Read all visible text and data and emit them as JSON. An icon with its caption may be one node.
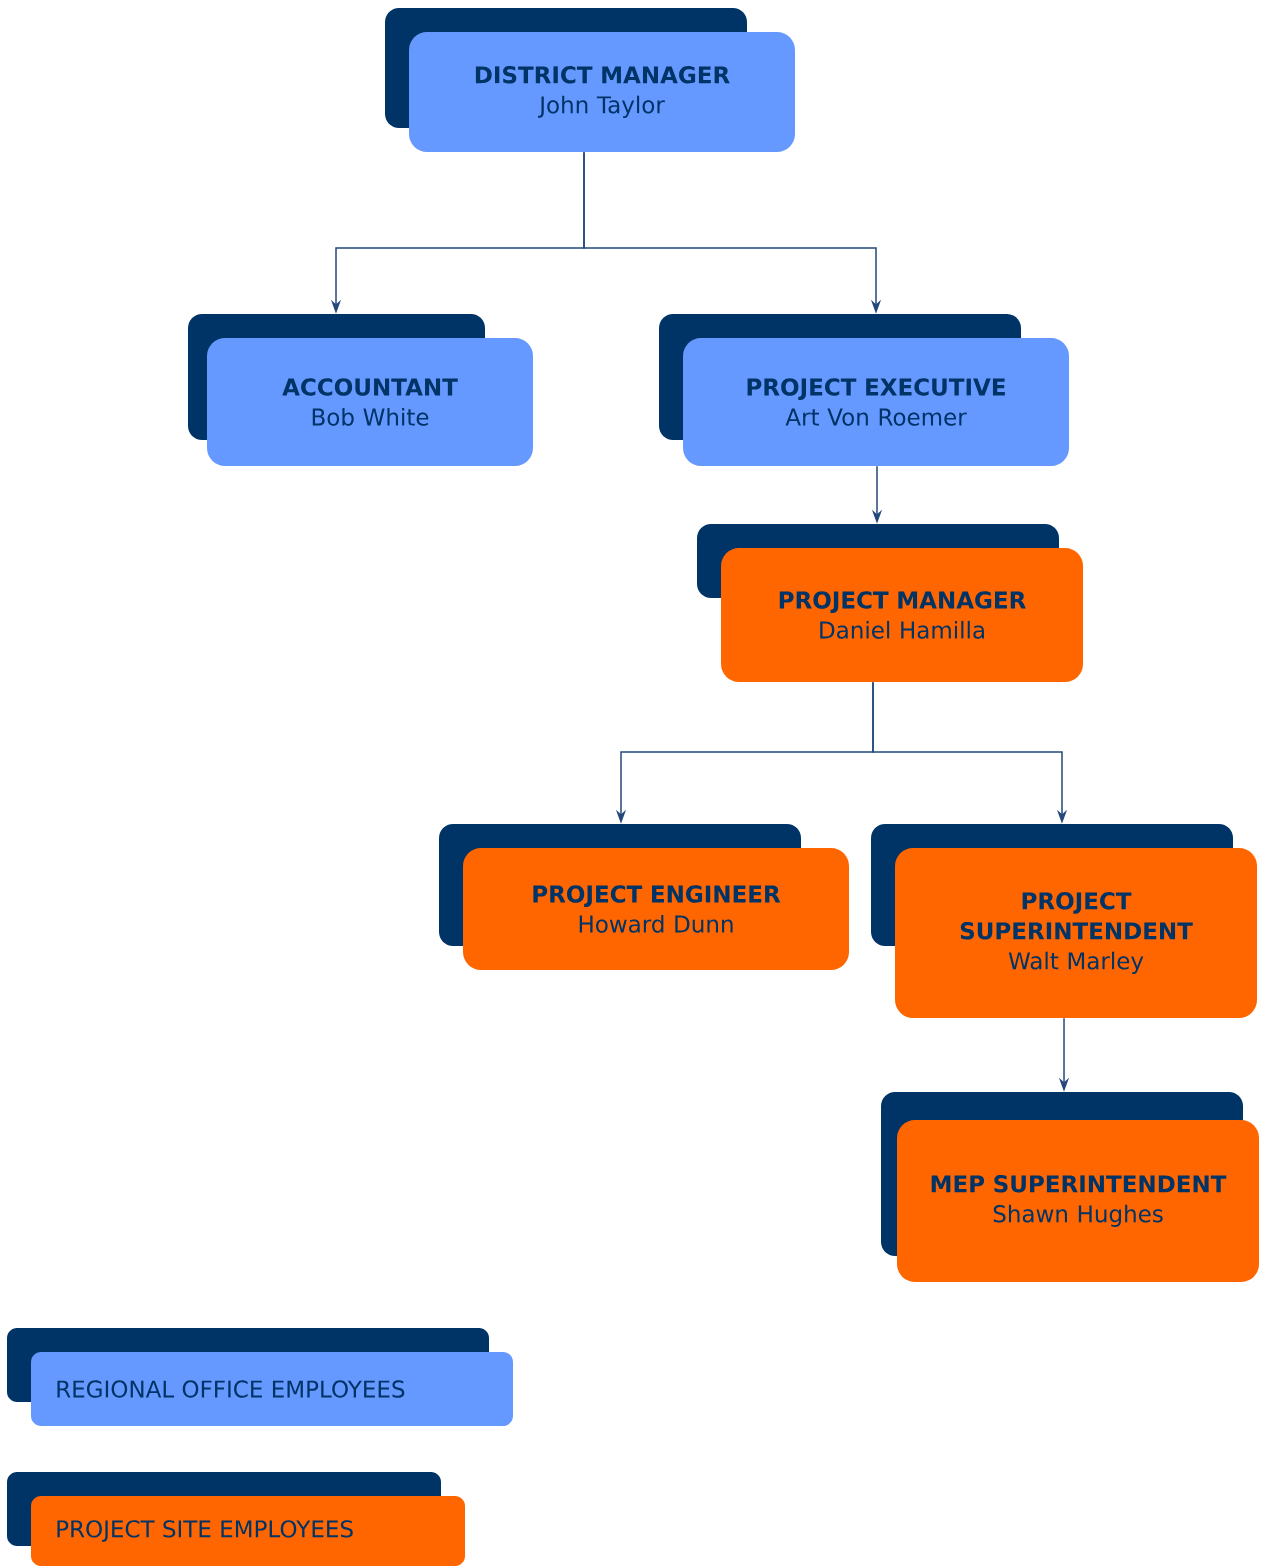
{
  "diagram": {
    "nodes": [
      {
        "text": [
          "DISTRICT MANAGER",
          "John Taylor"
        ]
      },
      {
        "text": [
          "ACCOUNTANT",
          "Bob White"
        ]
      },
      {
        "text": [
          "PROJECT EXECUTIVE",
          "Art Von Roemer"
        ]
      },
      {
        "text": [
          "PROJECT MANAGER",
          "Daniel Hamilla"
        ]
      },
      {
        "text": [
          "PROJECT ENGINEER",
          "Howard Dunn"
        ]
      },
      {
        "text": [
          "PROJECT SUPERINTENDENT",
          "Walt Marley"
        ]
      },
      {
        "text": [
          "MEP SUPERINTENDENT",
          "Shawn Hughes"
        ]
      }
    ],
    "edges": [
      {
        "from": 0,
        "to": 1,
        "arrow": "to"
      },
      {
        "from": 0,
        "to": 2,
        "arrow": "to"
      },
      {
        "from": 2,
        "to": 3,
        "arrow": "to"
      },
      {
        "from": 3,
        "to": 4,
        "arrow": "to"
      },
      {
        "from": 3,
        "to": 5,
        "arrow": "to"
      },
      {
        "from": 5,
        "to": 6,
        "arrow": "to"
      }
    ],
    "legend": [
      {
        "text": "REGIONAL OFFICE EMPLOYEES",
        "color": "#6699ff"
      },
      {
        "text": "PROJECT SITE EMPLOYEES",
        "color": "#ff6600"
      }
    ]
  }
}
